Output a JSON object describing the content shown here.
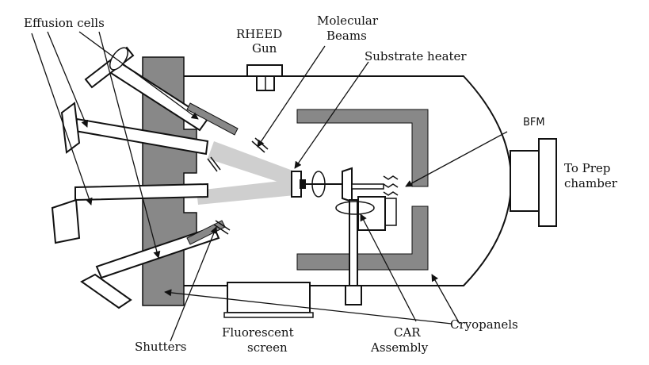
{
  "colors": {
    "wall": "#888888",
    "outline": "#111111",
    "beam": "#cfcfcf",
    "background": "#ffffff"
  },
  "labels": {
    "effusion_cells": "Effusion cells",
    "rheed_line1": "RHEED",
    "rheed_line2": "Gun",
    "molecular_line1": "Molecular",
    "molecular_line2": "Beams",
    "substrate_heater": "Substrate heater",
    "bfm": "BFM",
    "prep_line1": "To Prep",
    "prep_line2": "chamber",
    "cryopanels": "Cryopanels",
    "car_line1": "CAR",
    "car_line2": "Assembly",
    "fluorescent_line1": "Fluorescent",
    "fluorescent_line2": "screen",
    "shutters": "Shutters"
  }
}
